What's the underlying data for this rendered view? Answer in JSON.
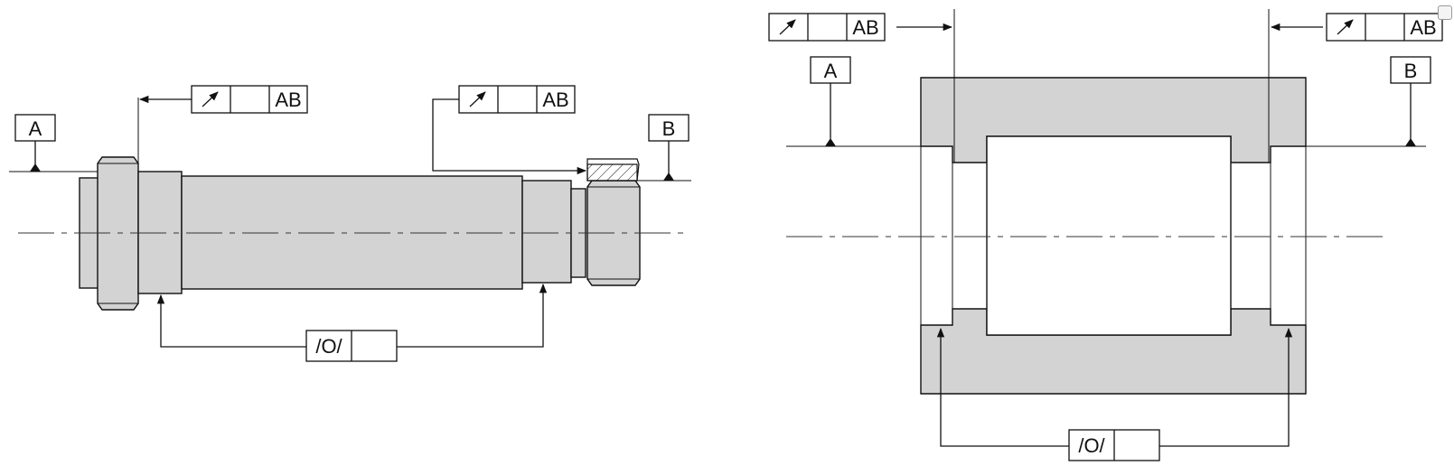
{
  "left_drawing": {
    "datum_a": "A",
    "datum_b": "B",
    "runout_frame_left": {
      "datums": "AB"
    },
    "runout_frame_right": {
      "datums": "AB"
    },
    "cylindricity_frame": {
      "symbol": "/O/",
      "tolerance": ""
    }
  },
  "right_drawing": {
    "datum_a": "A",
    "datum_b": "B",
    "runout_frame_left": {
      "datums": "AB"
    },
    "runout_frame_right": {
      "datums": "AB"
    },
    "cylindricity_frame": {
      "symbol": "/O/",
      "tolerance": ""
    }
  },
  "colors": {
    "part_fill": "#d3d3d3",
    "line": "#111111"
  },
  "icons": [
    "runout-arrow-icon",
    "datum-triangle-icon",
    "hatch-pattern"
  ]
}
